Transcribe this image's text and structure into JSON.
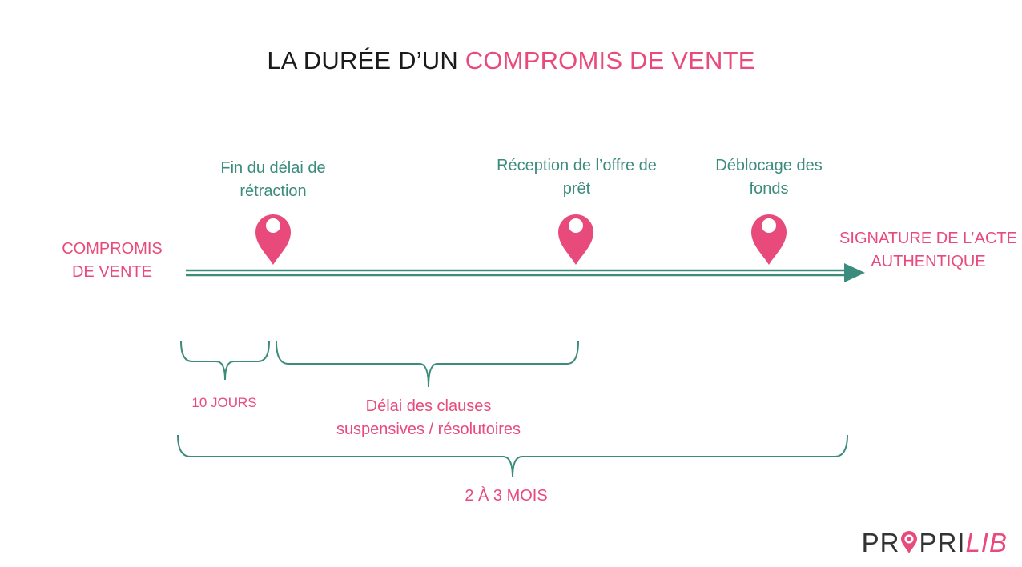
{
  "title": {
    "prefix": "LA DURÉE D’UN",
    "highlight": "COMPROMIS DE VENTE"
  },
  "timeline": {
    "start_label": [
      "COMPROMIS",
      "DE VENTE"
    ],
    "end_label": [
      "SIGNATURE DE L’ACTE",
      "AUTHENTIQUE"
    ],
    "milestones": [
      {
        "line1": "Fin du délai de",
        "line2": "rétraction"
      },
      {
        "line1": "Réception de l’offre de",
        "line2": "prêt"
      },
      {
        "line1": "Déblocage des",
        "line2": "fonds"
      }
    ]
  },
  "durations": {
    "short": "10 JOURS",
    "clauses": {
      "line1": "Délai des clauses",
      "line2": "suspensives / résolutoires"
    },
    "total": "2 À 3 MOIS"
  },
  "logo": {
    "part1": "PR",
    "part2": "PRI",
    "part3": "LIB"
  },
  "colors": {
    "teal": "#3c8c7e",
    "pink": "#e94a7c",
    "dark": "#1a1a1a"
  }
}
